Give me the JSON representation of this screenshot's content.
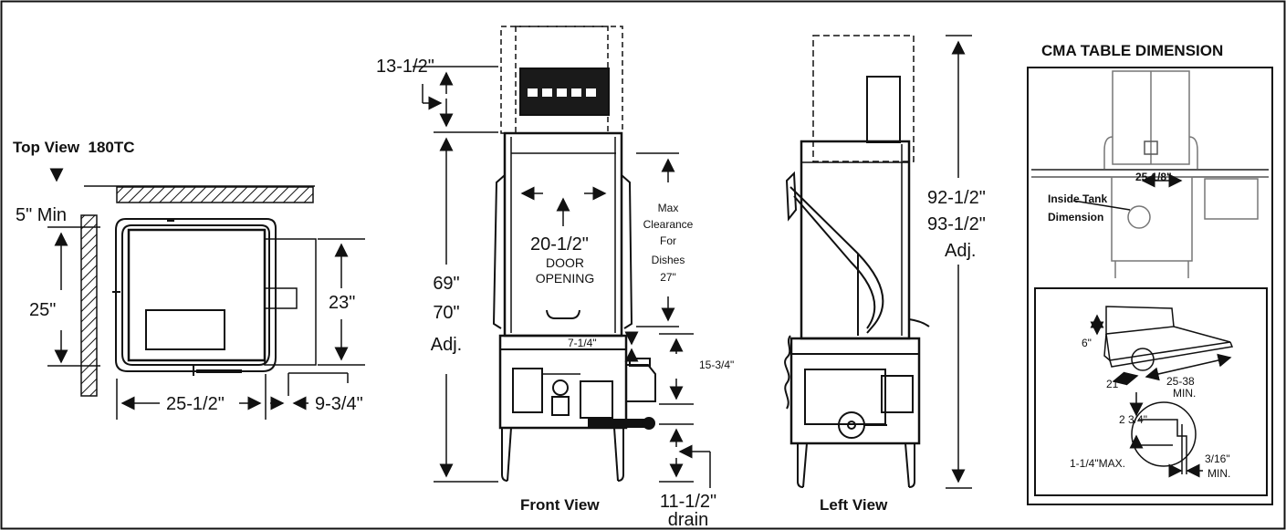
{
  "top_view": {
    "title": "Top View",
    "model": "180TC",
    "dim_min": "5\" Min",
    "dim_depth": "25\"",
    "dim_body": "23\"",
    "dim_width": "25-1/2\"",
    "dim_side": "9-3/4\""
  },
  "front_view": {
    "title": "Front View",
    "dim_top": "13-1/2\"",
    "dim_door_width": "20-1/2\"",
    "door_label_1": "DOOR",
    "door_label_2": "OPENING",
    "height_1": "69\"",
    "height_2": "70\"",
    "height_adj": "Adj.",
    "clearance_1": "Max",
    "clearance_2": "Clearance",
    "clearance_3": "For",
    "clearance_4": "Dishes",
    "clearance_5": "27\"",
    "dim_7": "7-1/4\"",
    "dim_15": "15-3/4\"",
    "drain_1": "11-1/2\"",
    "drain_2": "drain"
  },
  "left_view": {
    "title": "Left View",
    "height_1": "92-1/2\"",
    "height_2": "93-1/2\"",
    "height_adj": "Adj."
  },
  "cma": {
    "title": "CMA TABLE DIMENSION",
    "tank_width": "25-1/8\"",
    "tank_label_1": "Inside Tank",
    "tank_label_2": "Dimension",
    "d6": "6\"",
    "d21": "21\"",
    "d25": "25-38",
    "d25_min": "MIN.",
    "d234": "2 3/4\"",
    "d114": "1-1/4\"MAX.",
    "d316": "3/16\"",
    "d316_min": "MIN."
  }
}
